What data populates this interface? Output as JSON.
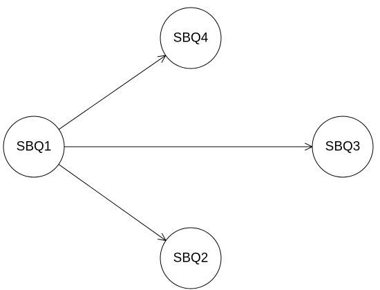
{
  "graph": {
    "nodes": [
      {
        "id": "SBQ1",
        "label": "SBQ1"
      },
      {
        "id": "SBQ2",
        "label": "SBQ2"
      },
      {
        "id": "SBQ3",
        "label": "SBQ3"
      },
      {
        "id": "SBQ4",
        "label": "SBQ4"
      }
    ],
    "edges": [
      {
        "from": "SBQ1",
        "to": "SBQ4"
      },
      {
        "from": "SBQ1",
        "to": "SBQ3"
      },
      {
        "from": "SBQ1",
        "to": "SBQ2"
      }
    ],
    "directed": true
  }
}
